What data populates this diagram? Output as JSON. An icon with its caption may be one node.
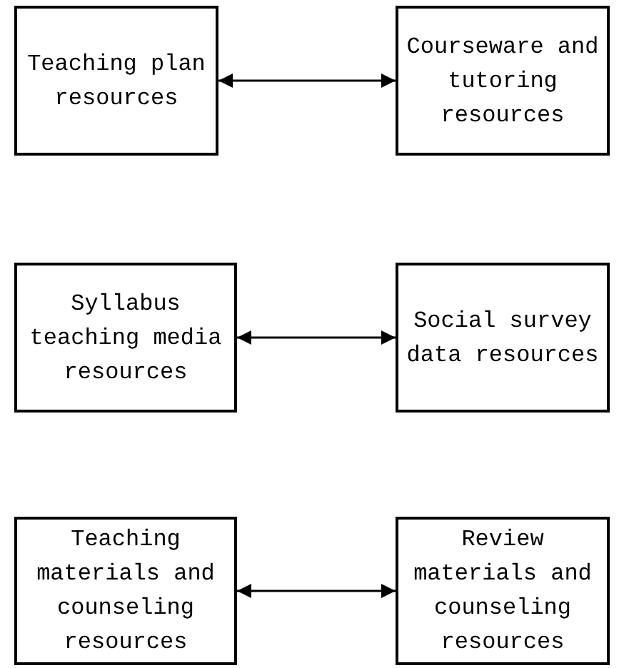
{
  "diagram": {
    "nodes": [
      {
        "text": [
          "Teaching plan resources"
        ]
      },
      {
        "text": [
          "Courseware and tutoring resources"
        ]
      },
      {
        "text": [
          "Syllabus teaching media resources"
        ]
      },
      {
        "text": [
          "Social survey data resources"
        ]
      },
      {
        "text": [
          "Teaching materials and counseling resources"
        ]
      },
      {
        "text": [
          "Review materials and counseling resources"
        ]
      }
    ],
    "edges": [
      {
        "from": 0,
        "to": 1,
        "arrow": "both"
      },
      {
        "from": 2,
        "to": 3,
        "arrow": "both"
      },
      {
        "from": 4,
        "to": 5,
        "arrow": "both"
      }
    ]
  }
}
